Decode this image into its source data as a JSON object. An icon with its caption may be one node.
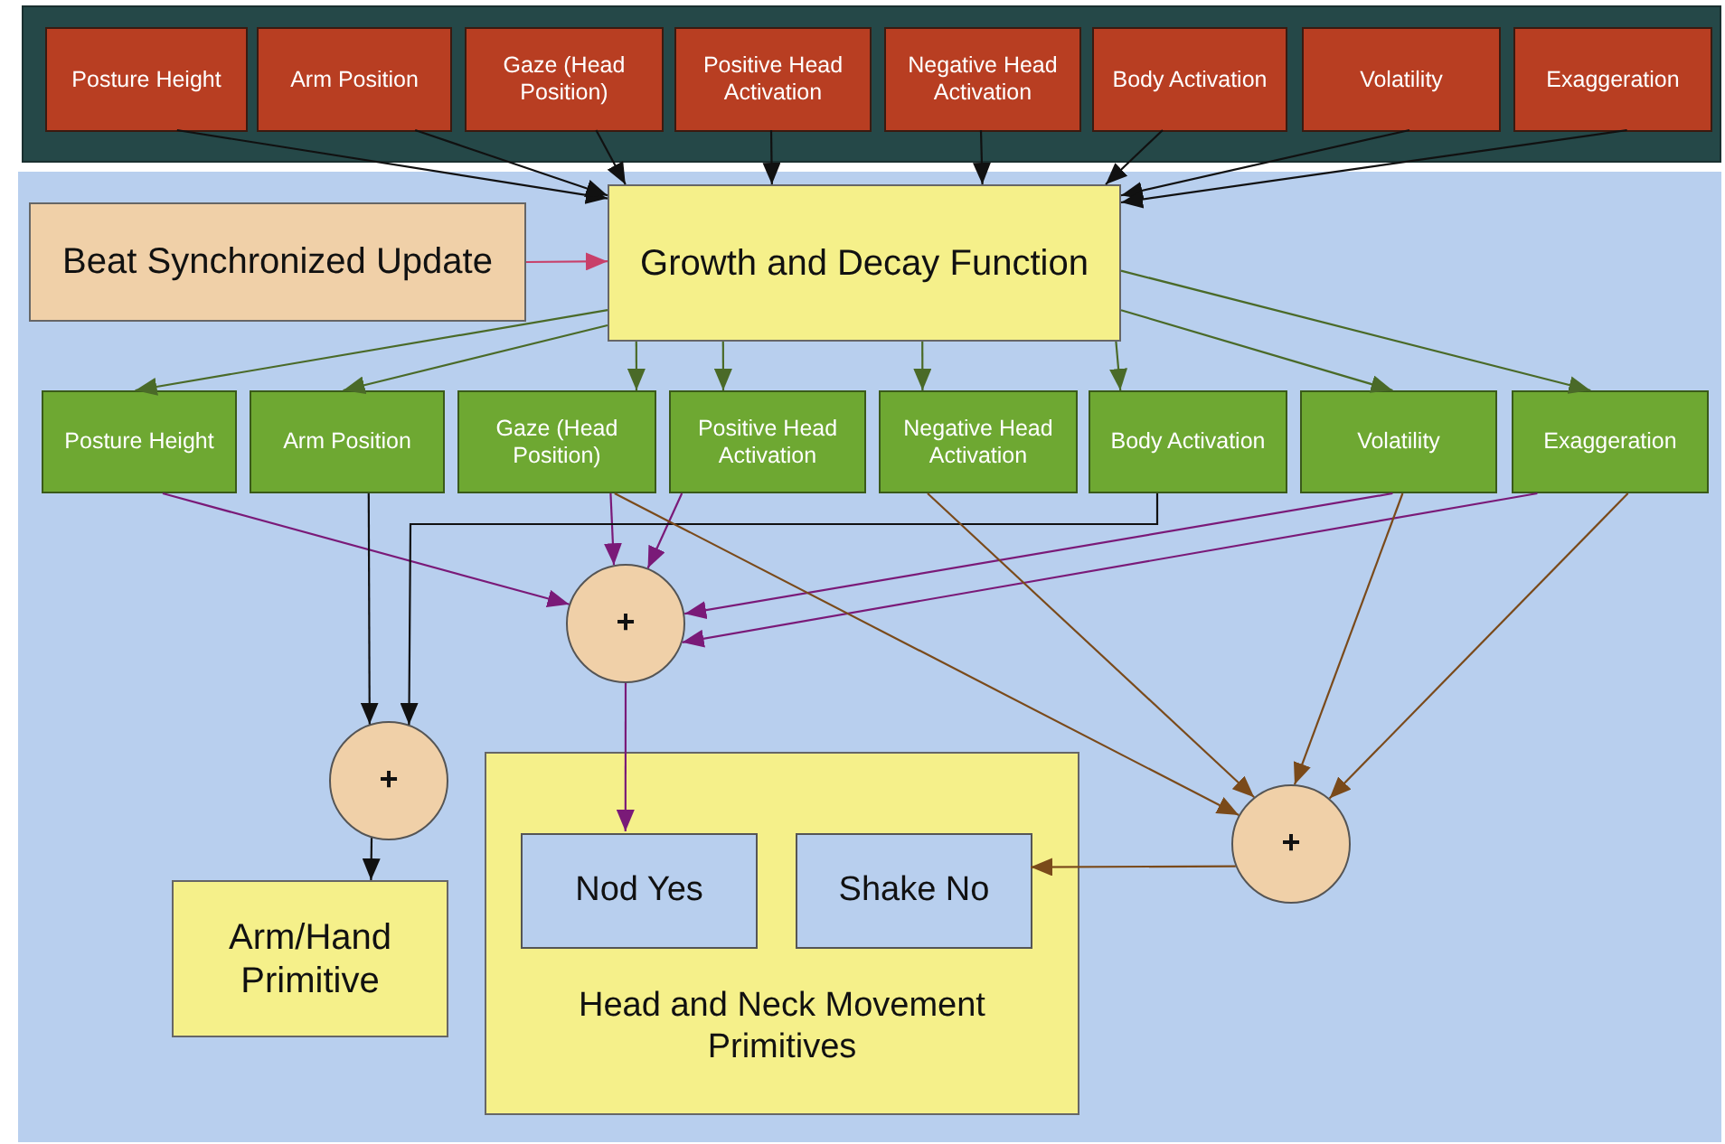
{
  "diagram": {
    "nodes": [
      {
        "text": [],
        "shape": "box"
      },
      {
        "text": [
          "Posture Height"
        ],
        "in": 0
      },
      {
        "text": [
          "Arm Position"
        ],
        "in": 0
      },
      {
        "text": [
          "Gaze (Head Position)"
        ],
        "in": 0
      },
      {
        "text": [
          "Positive Head Activation"
        ],
        "in": 0
      },
      {
        "text": [
          "Negative Head Activation"
        ],
        "in": 0
      },
      {
        "text": [
          "Body Activation"
        ],
        "in": 0
      },
      {
        "text": [
          "Volatility"
        ],
        "in": 0
      },
      {
        "text": [
          "Exaggeration"
        ],
        "in": 0
      },
      {
        "text": [
          "Beat Synchronized Update"
        ]
      },
      {
        "text": [
          "Growth and Decay Function"
        ]
      },
      {
        "text": [
          "Posture Height"
        ]
      },
      {
        "text": [
          "Arm Position"
        ]
      },
      {
        "text": [
          "Gaze (Head Position)"
        ]
      },
      {
        "text": [
          "Positive Head Activation"
        ]
      },
      {
        "text": [
          "Negative Head Activation"
        ]
      },
      {
        "text": [
          "Body Activation"
        ]
      },
      {
        "text": [
          "Volatility"
        ]
      },
      {
        "text": [
          "Exaggeration"
        ]
      },
      {
        "text": [
          "+"
        ]
      },
      {
        "text": [
          "+"
        ]
      },
      {
        "text": [
          "+"
        ]
      },
      {
        "text": [
          "Head and Neck Movement Primitives"
        ]
      },
      {
        "text": [
          "Nod Yes"
        ],
        "in": 22
      },
      {
        "text": [
          "Shake No"
        ],
        "in": 22
      },
      {
        "text": [
          "Arm/Hand Primitive"
        ]
      }
    ],
    "edges": [
      {
        "from": 1,
        "to": 10,
        "arrow": "to"
      },
      {
        "from": 2,
        "to": 10,
        "arrow": "to"
      },
      {
        "from": 3,
        "to": 10,
        "arrow": "to"
      },
      {
        "from": 4,
        "to": 10,
        "arrow": "to"
      },
      {
        "from": 5,
        "to": 10,
        "arrow": "to"
      },
      {
        "from": 6,
        "to": 10,
        "arrow": "to"
      },
      {
        "from": 7,
        "to": 10,
        "arrow": "to"
      },
      {
        "from": 8,
        "to": 10,
        "arrow": "to"
      },
      {
        "from": 9,
        "to": 10,
        "arrow": "to",
        "color": "#c8406a"
      },
      {
        "from": 10,
        "to": 11,
        "arrow": "to",
        "color": "#4a6a28"
      },
      {
        "from": 10,
        "to": 12,
        "arrow": "to",
        "color": "#4a6a28"
      },
      {
        "from": 10,
        "to": 13,
        "arrow": "to",
        "color": "#4a6a28"
      },
      {
        "from": 10,
        "to": 14,
        "arrow": "to",
        "color": "#4a6a28"
      },
      {
        "from": 10,
        "to": 15,
        "arrow": "to",
        "color": "#4a6a28"
      },
      {
        "from": 10,
        "to": 16,
        "arrow": "to",
        "color": "#4a6a28"
      },
      {
        "from": 10,
        "to": 17,
        "arrow": "to",
        "color": "#4a6a28"
      },
      {
        "from": 10,
        "to": 18,
        "arrow": "to",
        "color": "#4a6a28"
      },
      {
        "from": 11,
        "to": 19,
        "arrow": "to",
        "color": "#7a1a78"
      },
      {
        "from": 13,
        "to": 19,
        "arrow": "to",
        "color": "#7a1a78"
      },
      {
        "from": 14,
        "to": 19,
        "arrow": "to",
        "color": "#7a1a78"
      },
      {
        "from": 17,
        "to": 19,
        "arrow": "to",
        "color": "#7a1a78"
      },
      {
        "from": 18,
        "to": 19,
        "arrow": "to",
        "color": "#7a1a78"
      },
      {
        "from": 12,
        "to": 20,
        "arrow": "to"
      },
      {
        "from": 16,
        "to": 20,
        "arrow": "to"
      },
      {
        "from": 13,
        "to": 21,
        "arrow": "to",
        "color": "#7a4a1a"
      },
      {
        "from": 15,
        "to": 21,
        "arrow": "to",
        "color": "#7a4a1a"
      },
      {
        "from": 17,
        "to": 21,
        "arrow": "to",
        "color": "#7a4a1a"
      },
      {
        "from": 18,
        "to": 21,
        "arrow": "to",
        "color": "#7a4a1a"
      },
      {
        "from": 19,
        "to": 23,
        "arrow": "to",
        "color": "#7a1a78"
      },
      {
        "from": 20,
        "to": 25,
        "arrow": "to"
      },
      {
        "from": 21,
        "to": 24,
        "arrow": "to",
        "color": "#7a4a1a"
      }
    ]
  }
}
